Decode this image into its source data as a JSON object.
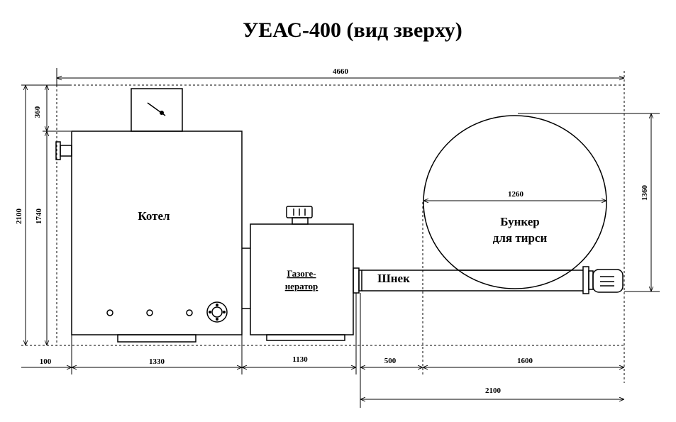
{
  "title": "УЕАС-400 (вид зверху)",
  "labels": {
    "boiler": "Котел",
    "gasifier_line1": "Газоге-",
    "gasifier_line2": "нератор",
    "auger": "Шнек",
    "bunker_line1": "Бункер",
    "bunker_line2": "для тирси"
  },
  "dimensions": {
    "total_length": "4660",
    "total_height": "2100",
    "top_offset": "360",
    "boiler_height": "1740",
    "left_offset": "100",
    "boiler_width": "1330",
    "gasifier_width": "1130",
    "gap_to_bunker": "500",
    "bunker_span": "1600",
    "auger_length": "2100",
    "bunker_diameter_h": "1260",
    "bunker_diameter_v": "1360"
  }
}
